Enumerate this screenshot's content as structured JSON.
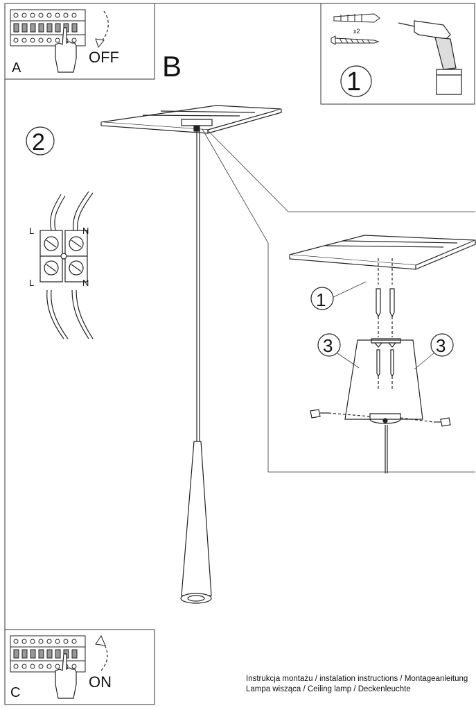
{
  "panel_a": {
    "letter": "A",
    "state": "OFF"
  },
  "panel_b": {
    "letter": "B"
  },
  "panel_c": {
    "letter": "C",
    "state": "ON"
  },
  "steps": {
    "drill": "1",
    "wiring": "2",
    "mount_screws": "1",
    "cover_left": "3",
    "cover_right": "3"
  },
  "hardware": {
    "quantity": "x2"
  },
  "terminal": {
    "top_left": "L",
    "top_right": "N",
    "bottom_left": "L",
    "bottom_right": "N"
  },
  "footer": {
    "line1": "Instrukcja montażu / instalation instructions / Montageanleitung",
    "line2": "Lampa wisząca / Ceiling lamp / Deckenleuchte"
  }
}
